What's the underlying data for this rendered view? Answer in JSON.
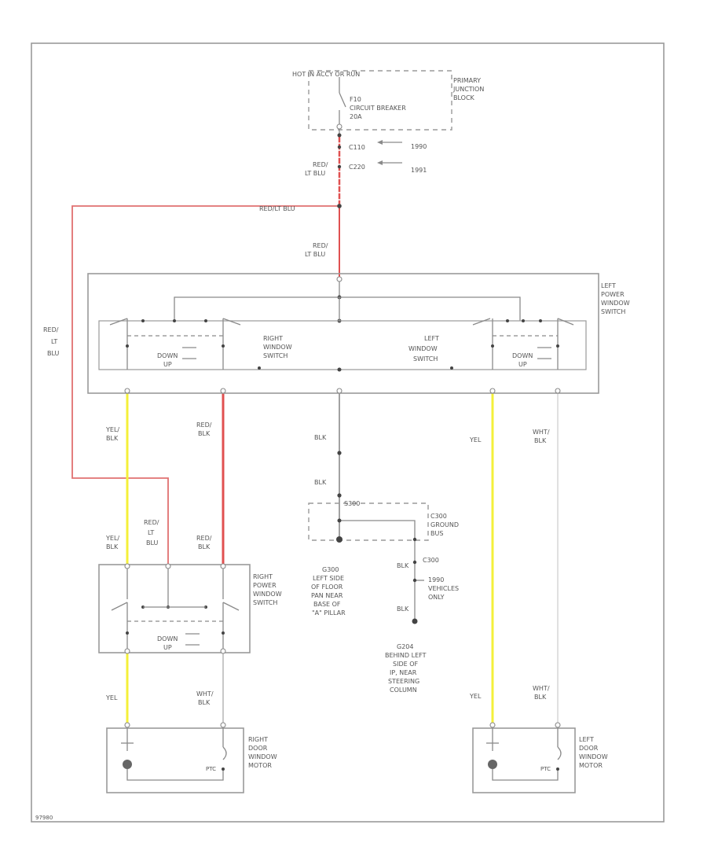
{
  "colors": {
    "red": "#e05050",
    "yellow": "#f4f03a",
    "gray": "#9a9a9a",
    "dark": "#555555",
    "white": "#d8d8d8"
  },
  "labels": {
    "hot_bus": "HOT IN ACCY OR RUN",
    "primary_junction_block": [
      "PRIMARY",
      "JUNCTION",
      "BLOCK"
    ],
    "circuit_breaker": [
      "F10",
      "CIRCUIT BREAKER",
      "20A"
    ],
    "connector_c110": "C110",
    "connector_c220": "C220",
    "year_1990": "1990",
    "year_1991": "1991",
    "red_lt_blu": [
      "RED/",
      "LT BLU"
    ],
    "red_lt_blu_horizontal": "RED/LT BLU",
    "red_lt_blu_left": [
      "RED/",
      "LT",
      "BLU"
    ],
    "left_power_window_switch": [
      "LEFT",
      "POWER",
      "WINDOW",
      "SWITCH"
    ],
    "right_window_switch": [
      "RIGHT",
      "WINDOW",
      "SWITCH"
    ],
    "left_window_switch": [
      "LEFT",
      "WINDOW",
      "SWITCH"
    ],
    "down": "DOWN",
    "up": "UP",
    "yel_blk": [
      "YEL/",
      "BLK"
    ],
    "red_blk": [
      "RED/",
      "BLK"
    ],
    "blk": "BLK",
    "yel": "YEL",
    "wht_blk": [
      "WHT/",
      "BLK"
    ],
    "s300": "S300",
    "g300_ground_bus": [
      "C300",
      "GROUND",
      "BUS"
    ],
    "g300_location": [
      "G300",
      "LEFT SIDE",
      "OF FLOOR",
      "PAN NEAR",
      "BASE OF",
      "\"A\" PILLAR"
    ],
    "c300": "C300",
    "vehicles_1990": [
      "1990",
      "VEHICLES",
      "ONLY"
    ],
    "g204_location": [
      "G204",
      "BEHIND LEFT",
      "SIDE OF",
      "IP, NEAR",
      "STEERING",
      "COLUMN"
    ],
    "right_power_window_switch": [
      "RIGHT",
      "POWER",
      "WINDOW",
      "SWITCH"
    ],
    "right_door_window_motor": [
      "RIGHT",
      "DOOR",
      "WINDOW",
      "MOTOR"
    ],
    "left_door_window_motor": [
      "LEFT",
      "DOOR",
      "WINDOW",
      "MOTOR"
    ],
    "ptc": "PTC",
    "figure_id": "97980"
  }
}
